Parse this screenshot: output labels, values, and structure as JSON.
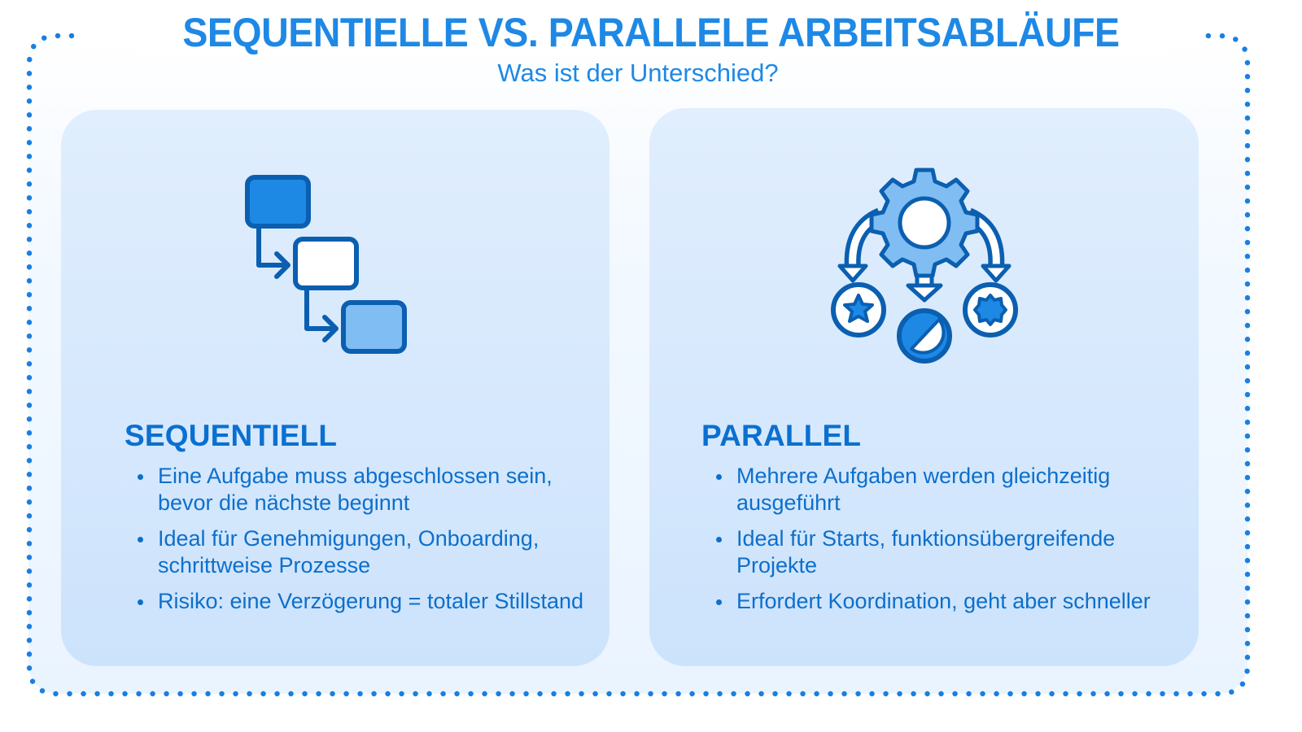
{
  "header": {
    "title": "SEQUENTIELLE VS. PARALLELE ARBEITSABLÄUFE",
    "subtitle": "Was ist der Unterschied?"
  },
  "colors": {
    "title": "#1e88e5",
    "heading": "#0a70d0",
    "body_text": "#0d6fcb",
    "card_bg": "#d6e8fd",
    "frame_dots": "#1a7fe0",
    "icon_stroke": "#0b5fb0",
    "icon_dark_fill": "#1e88e5",
    "icon_light_fill": "#7fbdf3"
  },
  "cards": [
    {
      "id": "sequential",
      "icon": "sequential-flow-icon",
      "heading": "SEQUENTIELL",
      "bullets": [
        "Eine Aufgabe muss abgeschlossen sein, bevor die nächste beginnt",
        "Ideal für Genehmigungen, Onboarding, schrittweise Prozesse",
        "Risiko: eine Verzögerung = totaler Stillstand"
      ]
    },
    {
      "id": "parallel",
      "icon": "gear-distribution-icon",
      "heading": "PARALLEL",
      "bullets": [
        "Mehrere Aufgaben werden gleichzeitig ausgeführt",
        "Ideal für Starts, funktionsübergreifende Projekte",
        "Erfordert Koordination, geht aber schneller"
      ]
    }
  ]
}
